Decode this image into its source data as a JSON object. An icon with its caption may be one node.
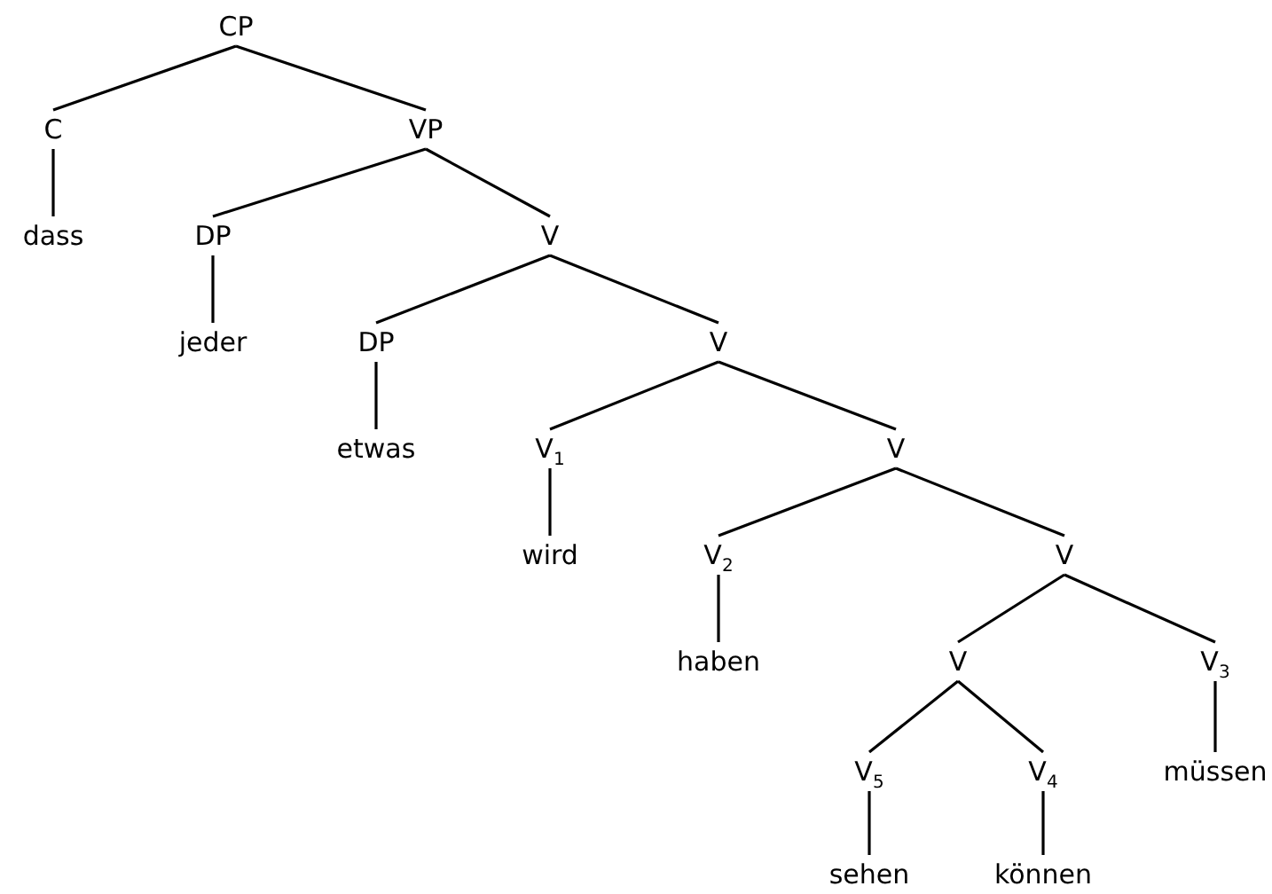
{
  "diagram": {
    "nodes": [
      {
        "text": [
          "CP"
        ]
      },
      {
        "text": [
          "C"
        ]
      },
      {
        "text": [
          "VP"
        ]
      },
      {
        "text": [
          "dass"
        ]
      },
      {
        "text": [
          "DP"
        ]
      },
      {
        "text": [
          "V"
        ]
      },
      {
        "text": [
          "jeder"
        ]
      },
      {
        "text": [
          "DP"
        ]
      },
      {
        "text": [
          "V"
        ]
      },
      {
        "text": [
          "etwas"
        ]
      },
      {
        "text": [
          "V$_{1}$"
        ]
      },
      {
        "text": [
          "V"
        ]
      },
      {
        "text": [
          "wird"
        ]
      },
      {
        "text": [
          "V$_{2}$"
        ]
      },
      {
        "text": [
          "V"
        ]
      },
      {
        "text": [
          "haben"
        ]
      },
      {
        "text": [
          "V"
        ]
      },
      {
        "text": [
          "V$_{3}$"
        ]
      },
      {
        "text": [
          "V$_{5}$"
        ]
      },
      {
        "text": [
          "V$_{4}$"
        ]
      },
      {
        "text": [
          "müssen"
        ]
      },
      {
        "text": [
          "sehen"
        ]
      },
      {
        "text": [
          "können"
        ]
      }
    ],
    "edges": [
      {
        "from": 0,
        "to": 1,
        "arrow": "none"
      },
      {
        "from": 0,
        "to": 2,
        "arrow": "none"
      },
      {
        "from": 1,
        "to": 3,
        "arrow": "none"
      },
      {
        "from": 2,
        "to": 4,
        "arrow": "none"
      },
      {
        "from": 2,
        "to": 5,
        "arrow": "none"
      },
      {
        "from": 4,
        "to": 6,
        "arrow": "none"
      },
      {
        "from": 5,
        "to": 7,
        "arrow": "none"
      },
      {
        "from": 5,
        "to": 8,
        "arrow": "none"
      },
      {
        "from": 7,
        "to": 9,
        "arrow": "none"
      },
      {
        "from": 8,
        "to": 10,
        "arrow": "none"
      },
      {
        "from": 8,
        "to": 11,
        "arrow": "none"
      },
      {
        "from": 10,
        "to": 12,
        "arrow": "none"
      },
      {
        "from": 11,
        "to": 13,
        "arrow": "none"
      },
      {
        "from": 11,
        "to": 14,
        "arrow": "none"
      },
      {
        "from": 13,
        "to": 15,
        "arrow": "none"
      },
      {
        "from": 14,
        "to": 16,
        "arrow": "none"
      },
      {
        "from": 14,
        "to": 17,
        "arrow": "none"
      },
      {
        "from": 16,
        "to": 18,
        "arrow": "none"
      },
      {
        "from": 16,
        "to": 19,
        "arrow": "none"
      },
      {
        "from": 17,
        "to": 20,
        "arrow": "none"
      },
      {
        "from": 18,
        "to": 21,
        "arrow": "none"
      },
      {
        "from": 19,
        "to": 22,
        "arrow": "none"
      }
    ]
  }
}
